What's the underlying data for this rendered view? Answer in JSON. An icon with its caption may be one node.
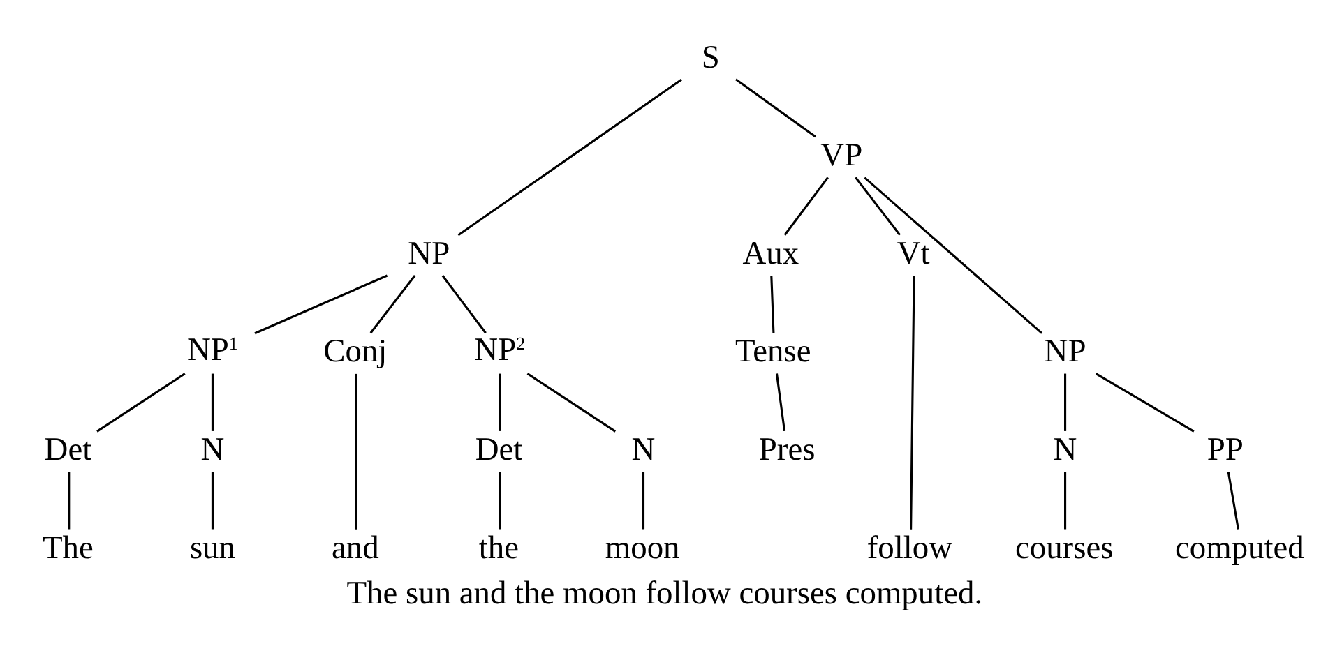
{
  "diagram": {
    "caption": "The sun and the moon follow courses computed.",
    "nodes": [
      {
        "text": [
          "S"
        ]
      },
      {
        "text": [
          "NP"
        ]
      },
      {
        "text": [
          "VP"
        ]
      },
      {
        "text": [
          "NP$^{1}$"
        ]
      },
      {
        "text": [
          "Conj"
        ]
      },
      {
        "text": [
          "NP$^{2}$"
        ]
      },
      {
        "text": [
          "Aux"
        ]
      },
      {
        "text": [
          "Vt"
        ]
      },
      {
        "text": [
          "NP"
        ]
      },
      {
        "text": [
          "Det"
        ]
      },
      {
        "text": [
          "N"
        ]
      },
      {
        "text": [
          "Det"
        ]
      },
      {
        "text": [
          "N"
        ]
      },
      {
        "text": [
          "Tense"
        ]
      },
      {
        "text": [
          "N"
        ]
      },
      {
        "text": [
          "PP"
        ]
      },
      {
        "text": [
          "Pres"
        ]
      },
      {
        "text": [
          "The"
        ]
      },
      {
        "text": [
          "sun"
        ]
      },
      {
        "text": [
          "and"
        ]
      },
      {
        "text": [
          "the"
        ]
      },
      {
        "text": [
          "moon"
        ]
      },
      {
        "text": [
          "follow"
        ]
      },
      {
        "text": [
          "courses"
        ]
      },
      {
        "text": [
          "computed"
        ]
      }
    ],
    "edges": [
      {
        "from": 0,
        "to": 1,
        "arrow": "none"
      },
      {
        "from": 0,
        "to": 2,
        "arrow": "none"
      },
      {
        "from": 1,
        "to": 3,
        "arrow": "none"
      },
      {
        "from": 1,
        "to": 4,
        "arrow": "none"
      },
      {
        "from": 1,
        "to": 5,
        "arrow": "none"
      },
      {
        "from": 2,
        "to": 6,
        "arrow": "none"
      },
      {
        "from": 2,
        "to": 7,
        "arrow": "none"
      },
      {
        "from": 2,
        "to": 8,
        "arrow": "none"
      },
      {
        "from": 3,
        "to": 9,
        "arrow": "none"
      },
      {
        "from": 3,
        "to": 10,
        "arrow": "none"
      },
      {
        "from": 4,
        "to": 19,
        "arrow": "none"
      },
      {
        "from": 5,
        "to": 11,
        "arrow": "none"
      },
      {
        "from": 5,
        "to": 12,
        "arrow": "none"
      },
      {
        "from": 6,
        "to": 13,
        "arrow": "none"
      },
      {
        "from": 13,
        "to": 16,
        "arrow": "none"
      },
      {
        "from": 7,
        "to": 22,
        "arrow": "none"
      },
      {
        "from": 8,
        "to": 14,
        "arrow": "none"
      },
      {
        "from": 8,
        "to": 15,
        "arrow": "none"
      },
      {
        "from": 9,
        "to": 17,
        "arrow": "none"
      },
      {
        "from": 10,
        "to": 18,
        "arrow": "none"
      },
      {
        "from": 11,
        "to": 20,
        "arrow": "none"
      },
      {
        "from": 12,
        "to": 21,
        "arrow": "none"
      },
      {
        "from": 14,
        "to": 23,
        "arrow": "none"
      },
      {
        "from": 15,
        "to": 24,
        "arrow": "none"
      }
    ]
  }
}
